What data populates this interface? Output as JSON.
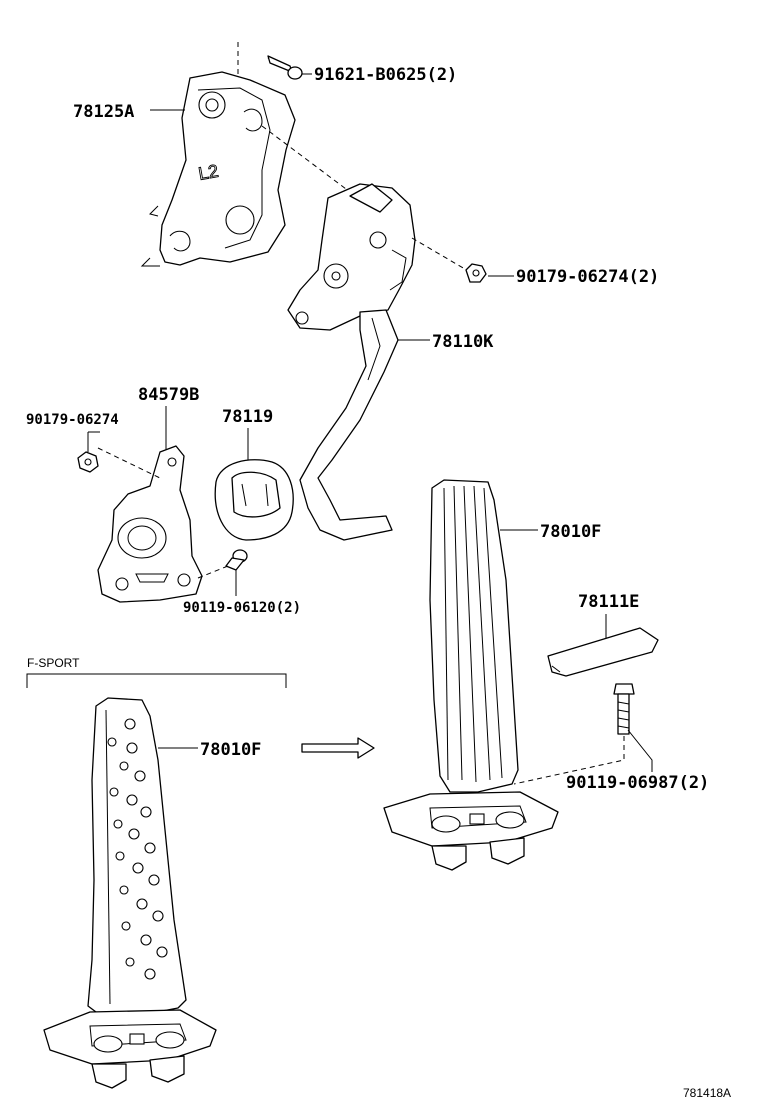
{
  "diagram": {
    "catalog_id": "781418A",
    "group_label": "F-SPORT",
    "part_labels": {
      "bracket": "78125A",
      "bolt_top": "91621-B0625(2)",
      "nut_right": "90179-06274(2)",
      "pedal_arm": "78110K",
      "stop_bracket": "84579B",
      "nut_left": "90179-06274",
      "cover": "78119",
      "screw_stop": "90119-06120(2)",
      "pedal_pad": "78010F",
      "pad_plate": "78111E",
      "screw_pad": "90119-06987(2)",
      "pedal_pad_fsport": "78010F"
    }
  }
}
